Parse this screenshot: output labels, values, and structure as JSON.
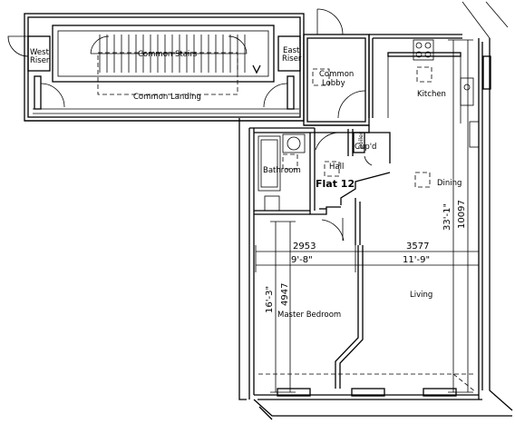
{
  "rooms": {
    "west_riser_1": "West",
    "west_riser_2": "Riser",
    "east_riser_1": "East",
    "east_riser_2": "Riser",
    "common_stairs": "Common Stairs",
    "common_landing": "Common Landing",
    "common_lobby_1": "Common",
    "common_lobby_2": "Lobby",
    "kitchen": "Kitchen",
    "cupd": "Cup'd",
    "boiler": "Boiler",
    "bathroom": "Bathroom",
    "hall": "Hall",
    "flat": "Flat 12",
    "dining": "Dining",
    "living": "Living",
    "master_bedroom": "Master Bedroom"
  },
  "dimensions": {
    "bedroom_width_mm": "2953",
    "bedroom_width_ft": "9'-8\"",
    "living_width_mm": "3577",
    "living_width_ft": "11'-9\"",
    "living_length_mm": "10097",
    "living_length_ft": "33'-1\"",
    "bedroom_length_mm": "4947",
    "bedroom_length_ft": "16'-3\""
  }
}
